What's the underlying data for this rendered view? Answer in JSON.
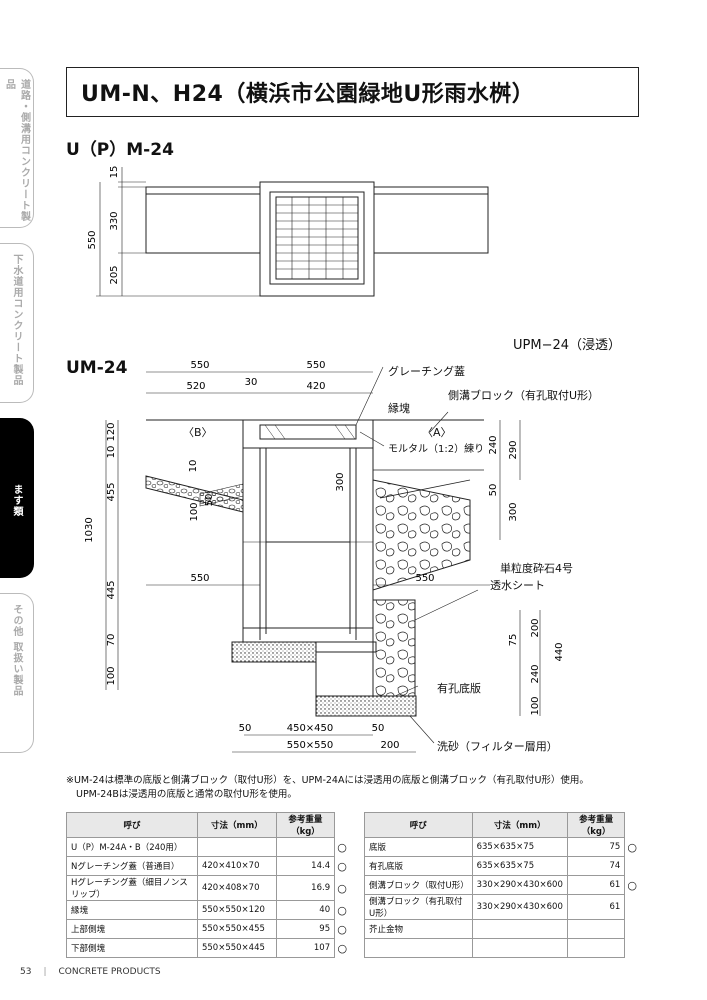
{
  "side_tabs": [
    {
      "label": "道路・側溝用コンクリート製品",
      "active": false
    },
    {
      "label": "下水道用コンクリート製品",
      "active": false
    },
    {
      "label": "ます類",
      "active": true
    },
    {
      "label": "その他 取扱い製品",
      "active": false
    }
  ],
  "title": "UM-N、H24（横浜市公園緑地U形雨水桝）",
  "sections": {
    "upm": "U（P）M-24",
    "um": "UM-24",
    "upm_infiltration": "UPM−24（浸透）"
  },
  "top_dims": {
    "d15": "15",
    "d330": "330",
    "d205": "205",
    "d550": "550"
  },
  "section_dims": {
    "w550a": "550",
    "w550b": "550",
    "w520": "520",
    "w30": "30",
    "w420": "420",
    "v120": "120",
    "v10": "10",
    "v455": "455",
    "v1030": "1030",
    "v445": "445",
    "v70": "70",
    "v100": "100",
    "in10": "10",
    "in100": "100",
    "in50": "50",
    "in300": "300",
    "r240": "240",
    "r290": "290",
    "r50": "50",
    "r300": "300",
    "h550l": "550",
    "h550r": "550",
    "r75": "75",
    "r200": "200",
    "r240b": "240",
    "r440": "440",
    "r100": "100",
    "b50l": "50",
    "b450": "450×450",
    "b50r": "50",
    "b550": "550×550",
    "b200": "200"
  },
  "callouts": {
    "grating": "グレーチング蓋",
    "side_block": "側溝ブロック（有孔取付U形）",
    "edge": "縁塊",
    "mortar": "モルタル（1:2）練り",
    "b": "〈B〉",
    "a": "〈A〉",
    "gravel": "単粒度砕石4号",
    "sheet": "透水シート",
    "perforated_base": "有孔底版",
    "sand": "洗砂（フィルター層用）"
  },
  "notes": [
    "※UM-24は標準の底版と側溝ブロック（取付U形）を、UPM-24Aには浸透用の底版と側溝ブロック（有孔取付U形）使用。",
    "UPM-24Bは浸透用の底版と通常の取付U形を使用。"
  ],
  "table_headers": {
    "name": "呼び",
    "size": "寸法（mm）",
    "weight": "参考重量（kg）"
  },
  "table_left": [
    {
      "name": "U（P）M-24A・B（240用）",
      "size": "",
      "weight": "",
      "mark": "○"
    },
    {
      "name": "Nグレーチング蓋（普通目）",
      "size": "420×410×70",
      "weight": "14.4",
      "mark": "○"
    },
    {
      "name": "Hグレーチング蓋（細目ノンスリップ）",
      "size": "420×408×70",
      "weight": "16.9",
      "mark": "○"
    },
    {
      "name": "縁塊",
      "size": "550×550×120",
      "weight": "40",
      "mark": "○"
    },
    {
      "name": "上部側塊",
      "size": "550×550×455",
      "weight": "95",
      "mark": "○"
    },
    {
      "name": "下部側塊",
      "size": "550×550×445",
      "weight": "107",
      "mark": "○"
    }
  ],
  "table_right": [
    {
      "name": "底版",
      "size": "635×635×75",
      "weight": "75",
      "mark": "○"
    },
    {
      "name": "有孔底版",
      "size": "635×635×75",
      "weight": "74",
      "mark": ""
    },
    {
      "name": "側溝ブロック（取付U形）",
      "size": "330×290×430×600",
      "weight": "61",
      "mark": "○"
    },
    {
      "name": "側溝ブロック（有孔取付U形）",
      "size": "330×290×430×600",
      "weight": "61",
      "mark": ""
    },
    {
      "name": "芥止金物",
      "size": "",
      "weight": "",
      "mark": ""
    },
    {
      "name": "",
      "size": "",
      "weight": "",
      "mark": ""
    }
  ],
  "footer": {
    "page": "53",
    "label": "CONCRETE PRODUCTS"
  }
}
